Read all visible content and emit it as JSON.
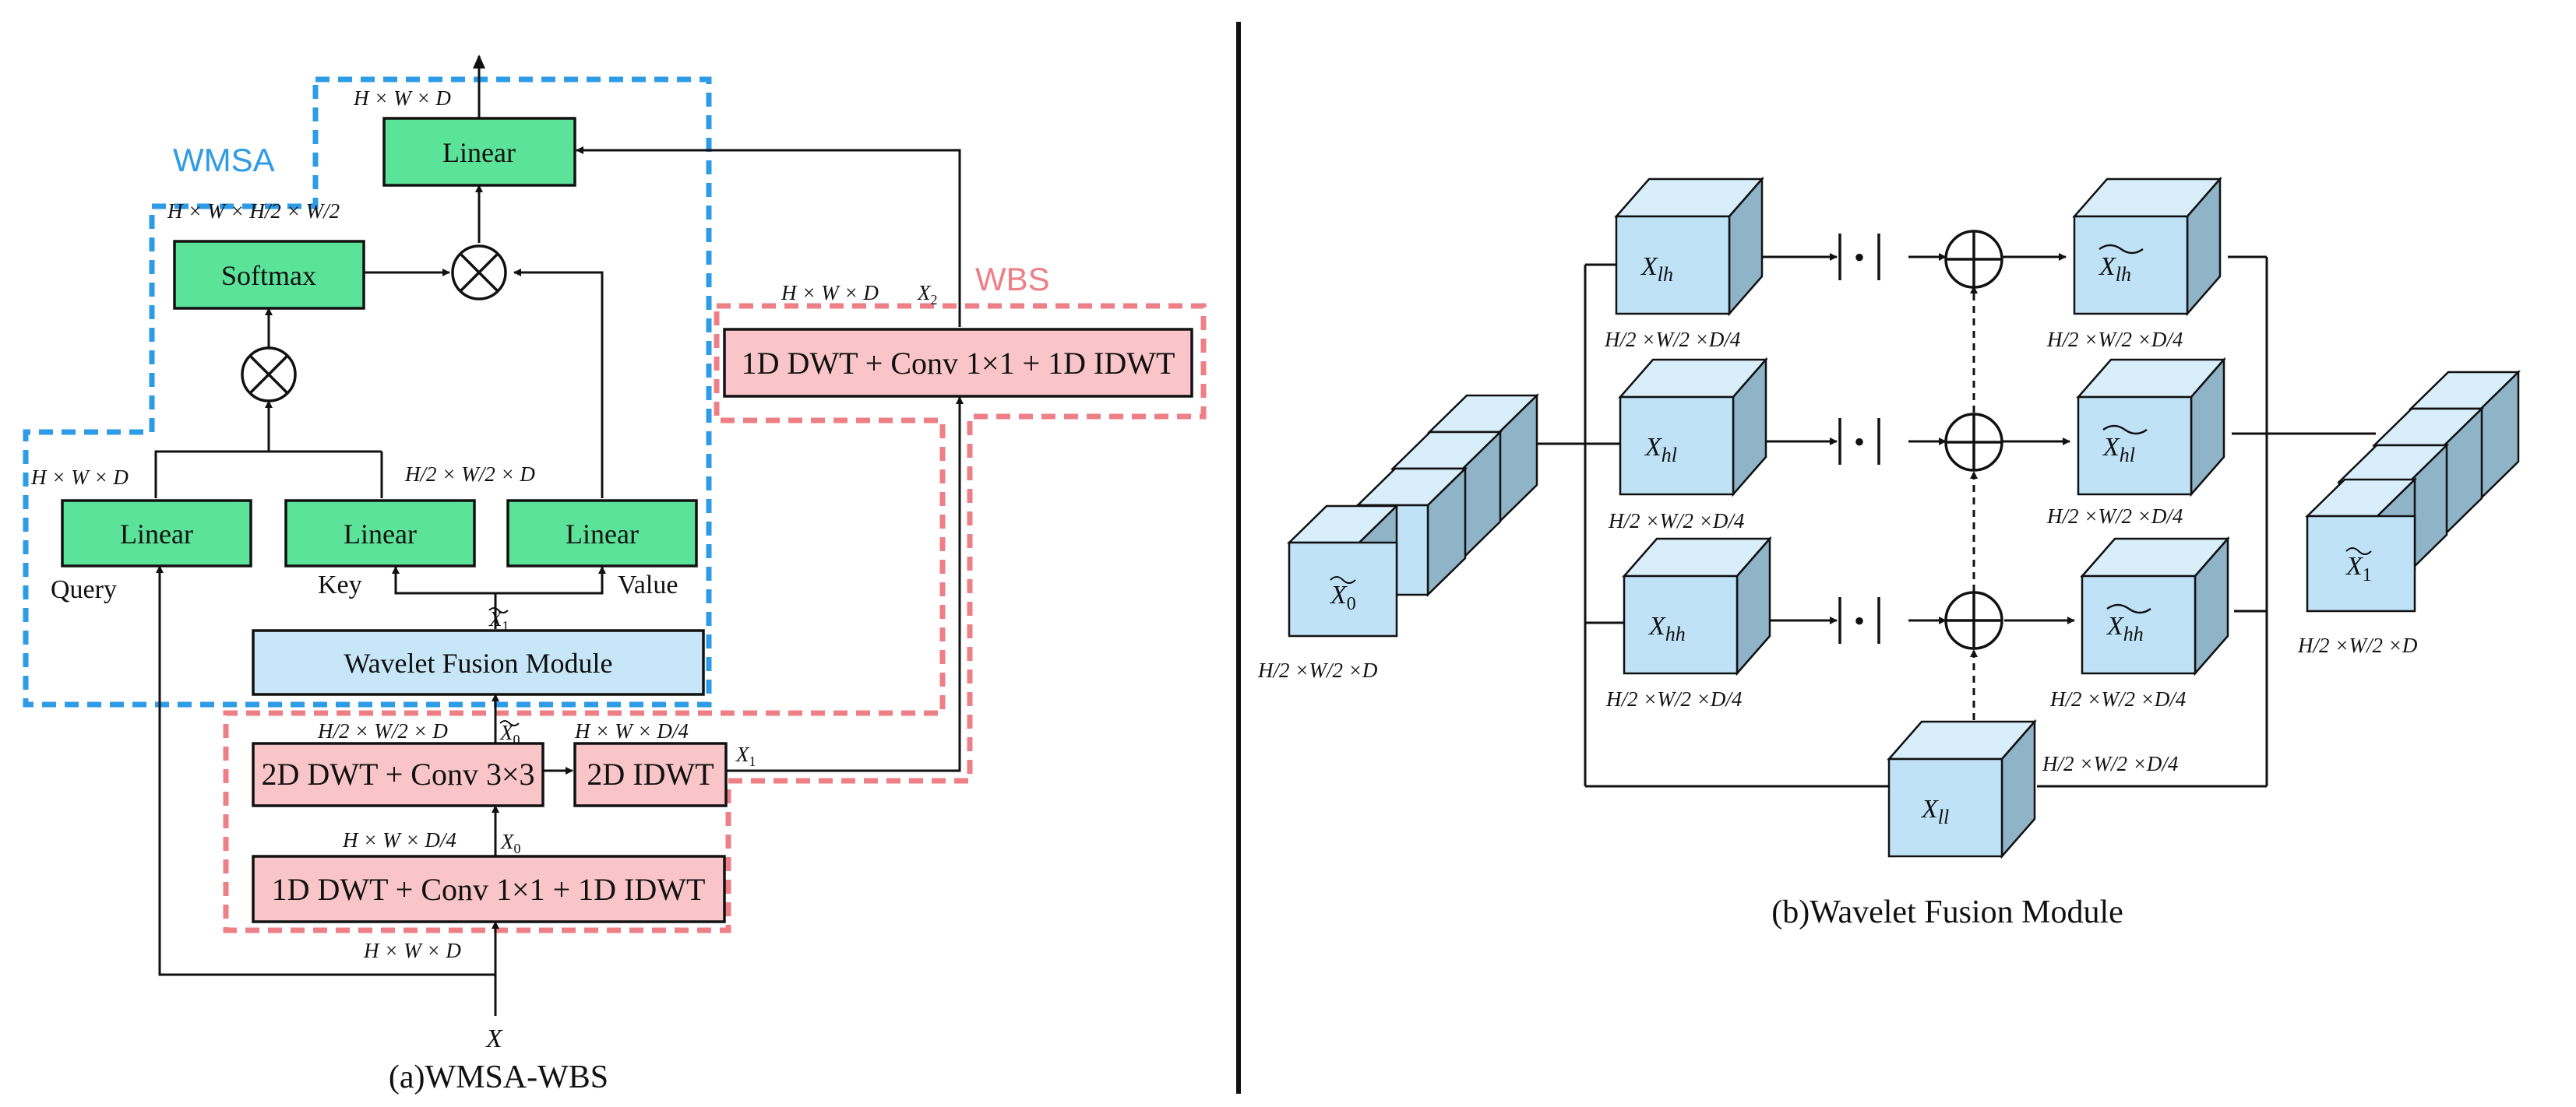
{
  "left": {
    "wmsa_title": "WMSA",
    "wbs_title": "WBS",
    "caption": "(a)WMSA-WBS",
    "colors": {
      "wmsa": "#2e9be6",
      "wbs": "#ef7f86",
      "linear": "#5ce39a",
      "wbs_block": "#f9c5c8",
      "fusion": "#c7e6f7"
    },
    "blocks": {
      "linear_top": "Linear",
      "softmax": "Softmax",
      "linear_query": "Linear",
      "linear_key": "Linear",
      "linear_value": "Linear",
      "wavelet_fusion": "Wavelet Fusion Module",
      "dwt2d_conv": "2D DWT + Conv 3×3",
      "idwt2d": "2D IDWT",
      "dwt1d_bottom": "1D DWT + Conv 1×1 + 1D IDWT",
      "dwt1d_right": "1D DWT + Conv 1×1 + 1D IDWT"
    },
    "labels": {
      "query": "Query",
      "key": "Key",
      "value": "Value",
      "input_x": "X"
    },
    "dims": {
      "out": "H × W × D",
      "attn": "H × W × H/2 × W/2",
      "query_in": "H × W × D",
      "kv_in": "H/2 × W/2 × D",
      "wbs_out": "H × W × D",
      "x0_tilde_dim": "H/2 × W/2 × D",
      "idwt_out": "H × W × D/4",
      "x0_dim": "H × W × D/4",
      "input_dim": "H × W × D"
    },
    "symbols": {
      "x1_tilde": {
        "base": "X",
        "sub": "1"
      },
      "x0_tilde": {
        "base": "X",
        "sub": "0"
      },
      "x1": {
        "base": "X",
        "sub": "1"
      },
      "x0": {
        "base": "X",
        "sub": "0"
      },
      "x2": {
        "base": "X",
        "sub": "2"
      }
    }
  },
  "right": {
    "caption": "(b)Wavelet Fusion Module",
    "cubes": {
      "x_lh": {
        "base": "X",
        "sub": "lh",
        "dim": "H/2 ×W/2 ×D/4"
      },
      "x_hl": {
        "base": "X",
        "sub": "hl",
        "dim": "H/2 ×W/2 ×D/4"
      },
      "x_hh": {
        "base": "X",
        "sub": "hh",
        "dim": "H/2 ×W/2 ×D/4"
      },
      "x_ll": {
        "base": "X",
        "sub": "ll",
        "dim": "H/2 ×W/2 ×D/4"
      },
      "x_lh_out": {
        "base": "X",
        "sub": "lh",
        "dim": "H/2 ×W/2 ×D/4"
      },
      "x_hl_out": {
        "base": "X",
        "sub": "hl",
        "dim": "H/2 ×W/2 ×D/4"
      },
      "x_hh_out": {
        "base": "X",
        "sub": "hh",
        "dim": "H/2 ×W/2 ×D/4"
      }
    },
    "stacks": {
      "x0_tilde": {
        "base": "X",
        "sub": "0",
        "dim": "H/2 ×W/2 ×D"
      },
      "x1_tilde": {
        "base": "X",
        "sub": "1",
        "dim": "H/2 ×W/2 ×D"
      }
    },
    "abs_op": "•"
  }
}
